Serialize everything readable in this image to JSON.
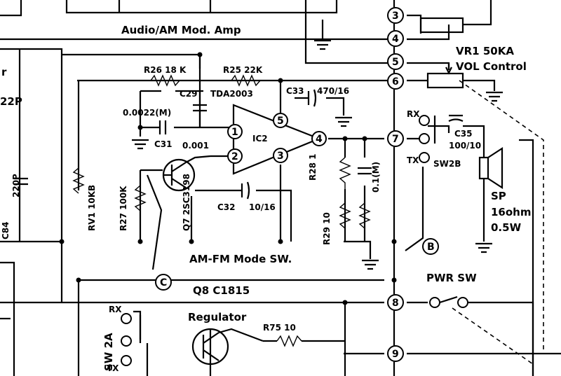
{
  "title": "Audio/AM Mod. Amp",
  "left_partial": {
    "top": "r",
    "second": "22P",
    "third": "220P",
    "fourth": "C84"
  },
  "vr1": {
    "name": "VR1 50KA",
    "desc": "VOL Control"
  },
  "r26": "R26 18 K",
  "r25": "R25 22K",
  "c29": "C29",
  "ic_name": "TDA2003",
  "c33": {
    "name": "C33",
    "value": "470/16"
  },
  "c_0022": "0.0022(M)",
  "c31": "C31",
  "c_0001": "0.001",
  "ic2": "IC2",
  "ic_pins": {
    "p1": "1",
    "p2": "2",
    "p3": "3",
    "p4": "4",
    "p5": "5"
  },
  "rx": "RX",
  "tx": "TX",
  "sw2b": "SW2B",
  "c35": {
    "name": "C35",
    "value": "100/10"
  },
  "sp": {
    "name": "SP",
    "ohm": "16ohm",
    "watt": "0.5W"
  },
  "c32": {
    "name": "C32",
    "value": "10/16"
  },
  "r28": "R28 1",
  "c_01": "0.1(M)",
  "r29": "R29 10",
  "rv1": "RV1 10KB",
  "r27": "R27 100K",
  "q7": "Q7 2SC3198",
  "mode_sw": "AM-FM Mode SW.",
  "c_circle": "C",
  "b_circle": "B",
  "pwr_sw": "PWR SW",
  "q8": "Q8 C1815",
  "regulator": "Regulator",
  "r75": "R75 10",
  "sw2a": "SW 2A",
  "connectors": [
    "3",
    "4",
    "5",
    "6",
    "7",
    "8",
    "9"
  ]
}
